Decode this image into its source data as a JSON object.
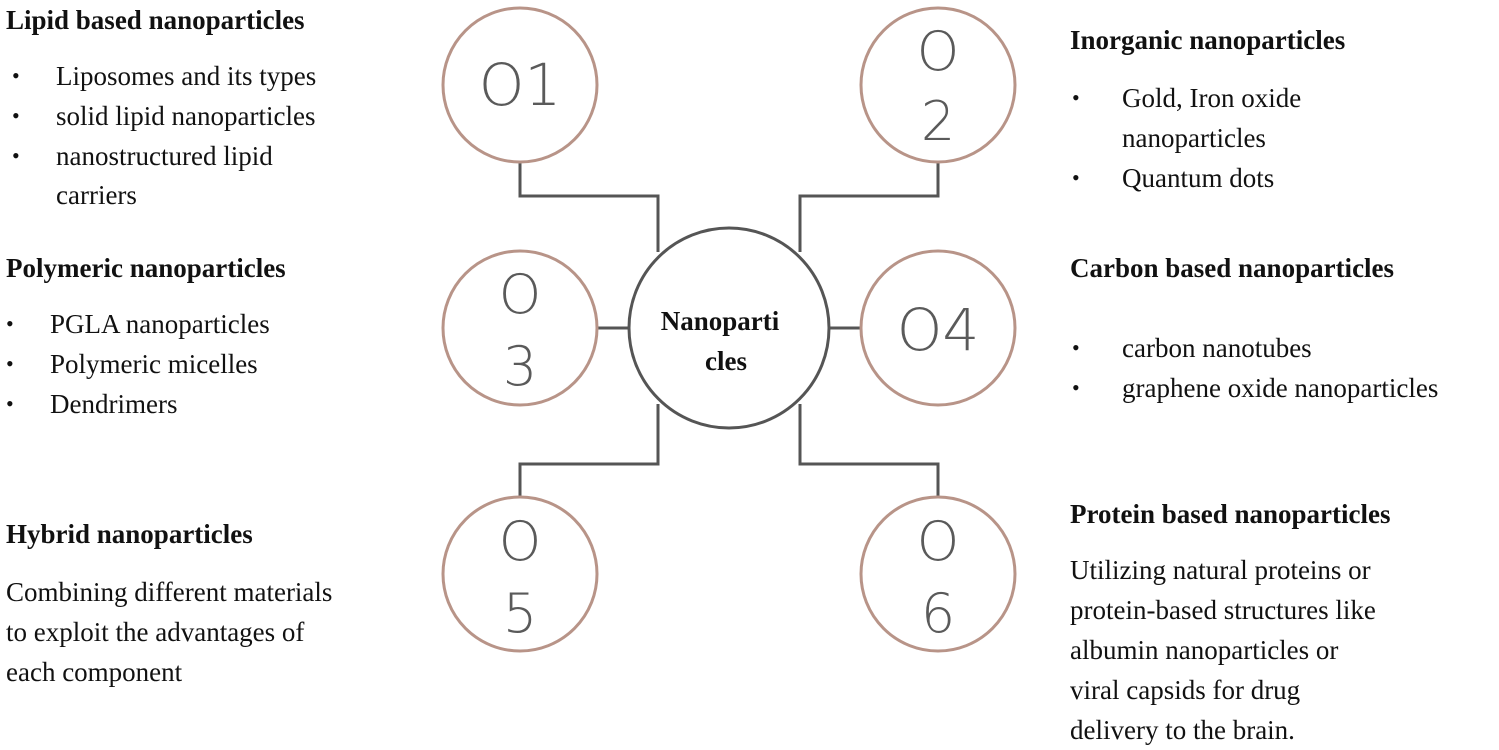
{
  "center": {
    "line1": "Nanoparti",
    "line2": "cles"
  },
  "circles": [
    {
      "top": "O1",
      "bottom": ""
    },
    {
      "top": "O",
      "bottom": "2"
    },
    {
      "top": "O",
      "bottom": "3"
    },
    {
      "top": "O4",
      "bottom": ""
    },
    {
      "top": "O",
      "bottom": "5"
    },
    {
      "top": "O",
      "bottom": "6"
    }
  ],
  "colors": {
    "circle_stroke": "#b89488",
    "center_stroke": "#555555",
    "connector": "#555555",
    "text": "#111111"
  },
  "sections": {
    "lipid": {
      "heading": "Lipid based nanoparticles",
      "items": [
        "Liposomes and its types",
        "solid lipid nanoparticles",
        "nanostructured  lipid",
        "carriers"
      ]
    },
    "inorganic": {
      "heading": "Inorganic nanoparticles",
      "items": [
        "Gold, Iron oxide",
        "nanoparticles",
        "Quantum dots"
      ]
    },
    "polymeric": {
      "heading": "Polymeric nanoparticles",
      "items": [
        "PGLA nanoparticles",
        "Polymeric micelles",
        "Dendrimers"
      ]
    },
    "carbon": {
      "heading": "Carbon based nanoparticles",
      "items": [
        "carbon  nanotubes",
        "graphene  oxide nanoparticles"
      ]
    },
    "hybrid": {
      "heading": "Hybrid nanoparticles",
      "lines": [
        "Combining  different materials",
        "to exploit the advantages  of",
        "each component"
      ]
    },
    "protein": {
      "heading": "Protein based nanoparticles",
      "lines": [
        "Utilizing natural proteins or",
        "protein-based structures like",
        "albumin nanoparticles or",
        "viral capsids for drug",
        "delivery to the brain."
      ]
    }
  }
}
